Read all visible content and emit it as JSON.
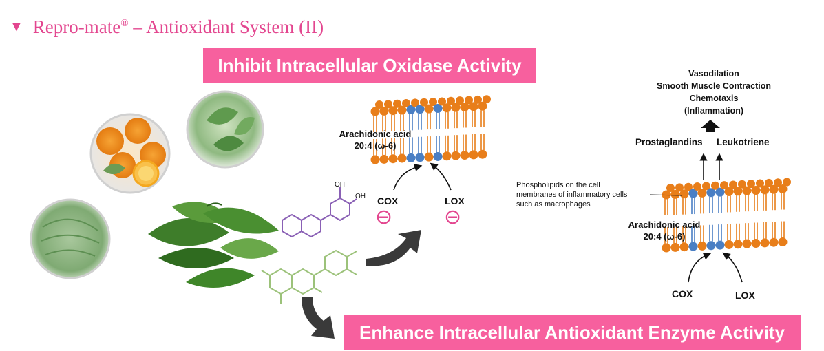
{
  "header": {
    "title_main": "Repro-mate",
    "title_mark": "®",
    "title_rest": " – Antioxidant System (II)",
    "accent_color": "#e3468f",
    "banner_color": "#f7609e"
  },
  "banners": {
    "inhibit": "Inhibit Intracellular Oxidase Activity",
    "enhance": "Enhance Intracellular Antioxidant Enzyme Activity"
  },
  "membrane_left": {
    "acid_line1": "Arachidonic acid",
    "acid_line2": "20:4 (ω-6)",
    "cox": "COX",
    "lox": "LOX",
    "inhibit_symbol": "⊖"
  },
  "membrane_right": {
    "acid_line1": "Arachidonic acid",
    "acid_line2": "20:4 (ω-6)",
    "cox": "COX",
    "lox": "LOX",
    "phospholipid_note": [
      "Phospholipids on the cell",
      "membranes of inflammatory cells",
      "such as macrophages"
    ],
    "prostaglandins": "Prostaglandins",
    "leukotriene": "Leukotriene",
    "effects": [
      "Vasodilation",
      "Smooth Muscle Contraction",
      "Chemotaxis",
      "(Inflammation)"
    ]
  },
  "molecule": {
    "oh_1": "OH",
    "oh_2": "OH"
  },
  "icons": [
    "orange-fruit-image",
    "tea-leaves-image",
    "herb-powder-image",
    "green-tea-leaves-image",
    "flavonoid-structure-icon",
    "catechin-structure-icon",
    "curved-arrow-icon",
    "membrane-bilayer-icon"
  ]
}
